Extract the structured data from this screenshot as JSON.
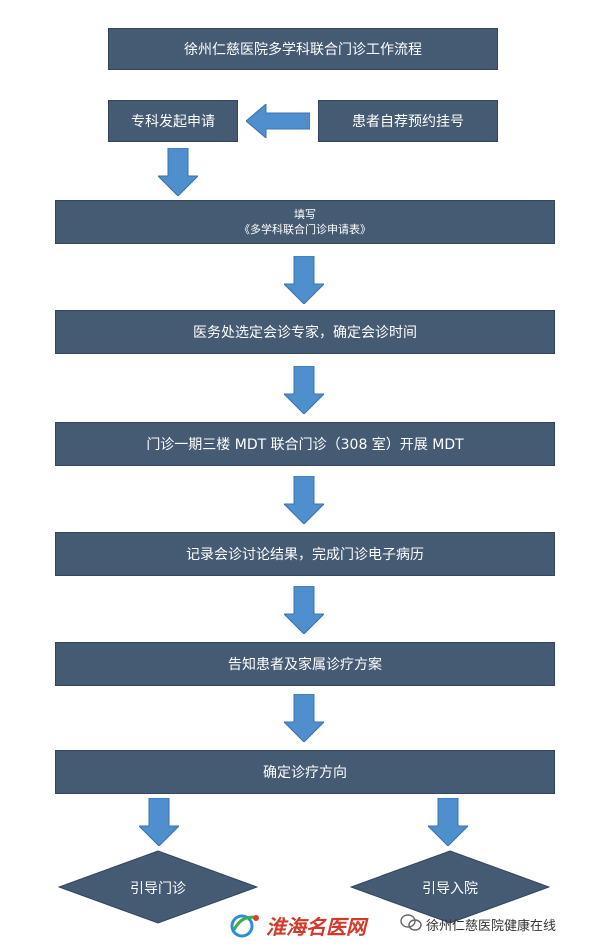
{
  "flow": {
    "title": "徐州仁慈医院多学科联合门诊工作流程",
    "specialty_request": "专科发起申请",
    "patient_booking": "患者自荐预约挂号",
    "fill_form_line1": "填写",
    "fill_form_line2": "《多学科联合门诊申请表》",
    "assign_experts": "医务处选定会诊专家，确定会诊时间",
    "hold_mdt": "门诊一期三楼 MDT 联合门诊（308 室）开展 MDT",
    "record_results": "记录会诊讨论结果，完成门诊电子病历",
    "inform_family": "告知患者及家属诊疗方案",
    "determine_direction": "确定诊疗方向",
    "guide_outpatient": "引导门诊",
    "guide_admission": "引导入院"
  },
  "watermark": {
    "logo_text": "淮海名医网",
    "account_text": "徐州仁慈医院健康在线"
  },
  "colors": {
    "box_fill": "#455a73",
    "arrow_fill": "#4f8fce",
    "text": "#ffffff"
  }
}
